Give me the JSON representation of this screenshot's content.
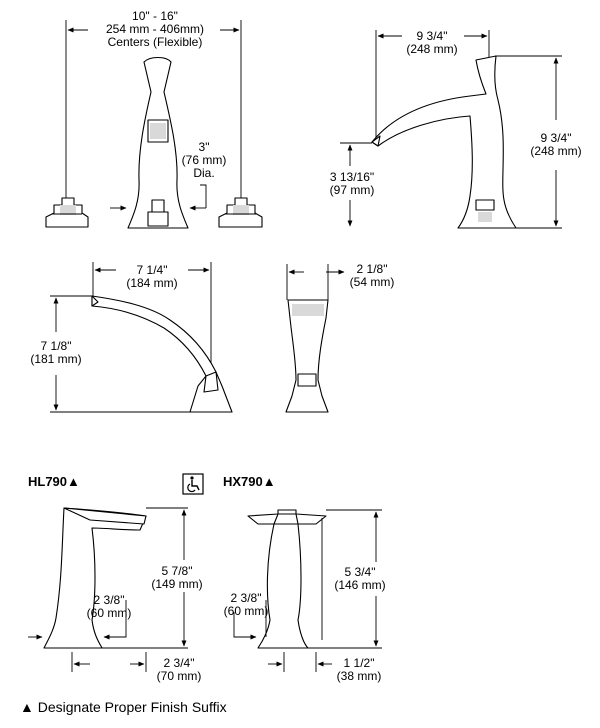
{
  "dimensions": {
    "centers_range": "10\" - 16\"",
    "centers_metric": "254 mm - 406mm)",
    "centers_note": "Centers (Flexible)",
    "dia": "3\"",
    "dia_metric": "(76 mm)",
    "dia_label": "Dia.",
    "reach": "9 3/4\"",
    "reach_metric": "(248 mm)",
    "height": "9 3/4\"",
    "height_metric": "(248 mm)",
    "clearance": "3 13/16\"",
    "clearance_metric": "(97 mm)",
    "tub_reach": "7 1/4\"",
    "tub_reach_metric": "(184 mm)",
    "tub_height": "7 1/8\"",
    "tub_height_metric": "(181 mm)",
    "hand_width": "2 1/8\"",
    "hand_width_metric": "(54 mm)",
    "hl_height": "5 7/8\"",
    "hl_height_metric": "(149 mm)",
    "hl_base": "2 3/8\"",
    "hl_base_metric": "(60 mm)",
    "hl_width": "2 3/4\"",
    "hl_width_metric": "(70 mm)",
    "hx_height": "5 3/4\"",
    "hx_height_metric": "(146 mm)",
    "hx_base": "2 3/8\"",
    "hx_base_metric": "(60 mm)",
    "hx_width": "1 1/2\"",
    "hx_width_metric": "(38 mm)"
  },
  "models": {
    "hl": "HL790▲",
    "hx": "HX790▲"
  },
  "icons": {
    "accessibility": "wheelchair-icon"
  },
  "footer": {
    "note": "▲ Designate Proper Finish Suffix"
  }
}
